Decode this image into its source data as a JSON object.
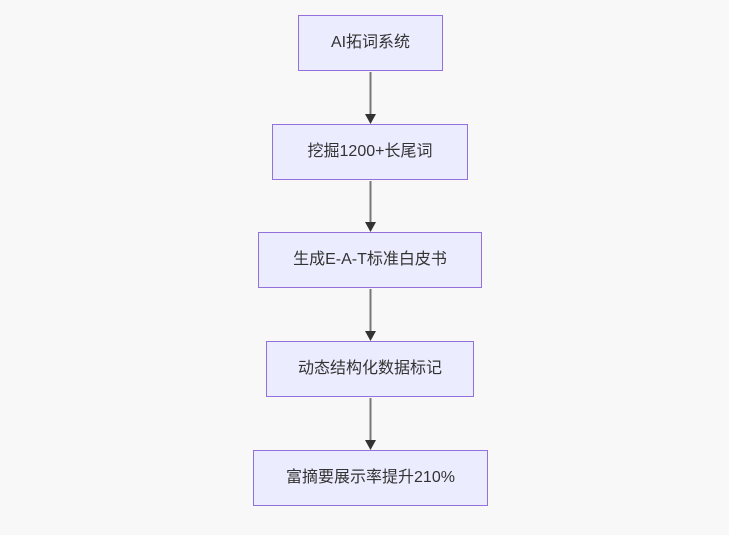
{
  "diagram": {
    "type": "flowchart",
    "direction": "top-down",
    "nodes": [
      {
        "id": "A",
        "label": "AI拓词系统"
      },
      {
        "id": "B",
        "label": "挖掘1200+长尾词"
      },
      {
        "id": "C",
        "label": "生成E-A-T标准白皮书"
      },
      {
        "id": "D",
        "label": "动态结构化数据标记"
      },
      {
        "id": "E",
        "label": "富摘要展示率提升210%"
      }
    ],
    "edges": [
      {
        "from": "A",
        "to": "B"
      },
      {
        "from": "B",
        "to": "C"
      },
      {
        "from": "C",
        "to": "D"
      },
      {
        "from": "D",
        "to": "E"
      }
    ]
  },
  "colors": {
    "background": "#f8f8f8",
    "node_fill": "#ececff",
    "node_border": "#9370db",
    "node_text": "#333333",
    "arrow_line": "#777777",
    "arrow_head": "#333333"
  }
}
